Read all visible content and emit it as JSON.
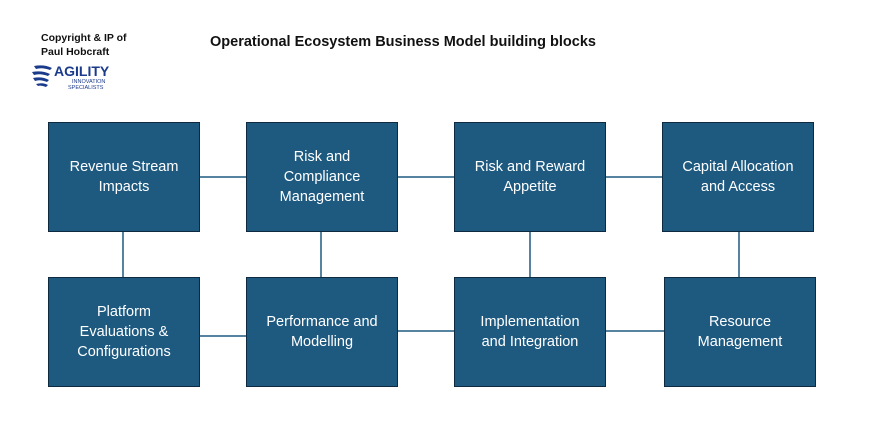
{
  "copyright": {
    "line1": "Copyright & IP of",
    "line2": "Paul Hobcraft"
  },
  "logo": {
    "name": "AGILITY",
    "sub1": "INNOVATION",
    "sub2": "SPECIALISTS",
    "color": "#1a3a8c"
  },
  "title": "Operational Ecosystem Business Model building blocks",
  "colors": {
    "block_fill": "#1e5a80",
    "block_border": "#0e2a40",
    "connector": "#1e5a80"
  },
  "blocks": [
    {
      "id": "revenue",
      "lines": [
        "Revenue Stream",
        "Impacts"
      ]
    },
    {
      "id": "risk-compliance",
      "lines": [
        "Risk and",
        "Compliance",
        "Management"
      ]
    },
    {
      "id": "risk-reward",
      "lines": [
        "Risk and Reward",
        "Appetite"
      ]
    },
    {
      "id": "capital",
      "lines": [
        "Capital Allocation",
        "and Access"
      ]
    },
    {
      "id": "platform",
      "lines": [
        "Platform",
        "Evaluations &",
        "Configurations"
      ]
    },
    {
      "id": "performance",
      "lines": [
        "Performance and",
        "Modelling"
      ]
    },
    {
      "id": "implementation",
      "lines": [
        "Implementation",
        "and Integration"
      ]
    },
    {
      "id": "resource",
      "lines": [
        "Resource",
        "Management"
      ]
    }
  ]
}
